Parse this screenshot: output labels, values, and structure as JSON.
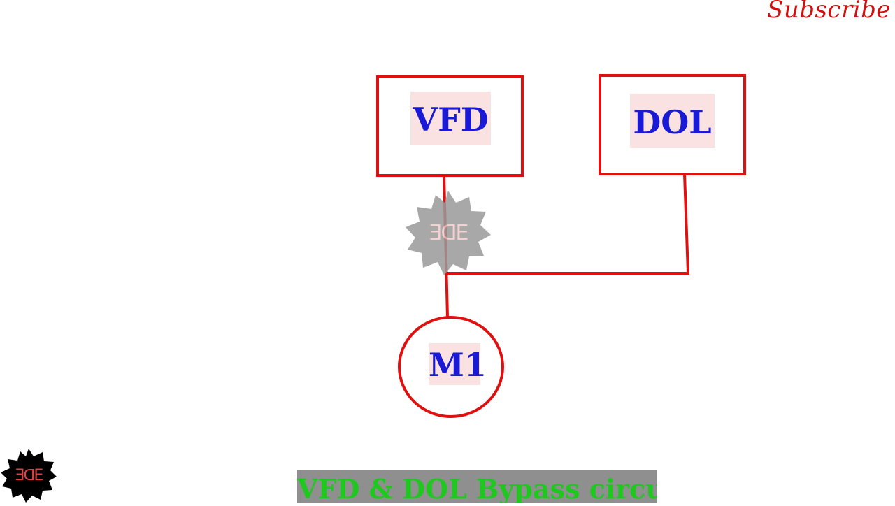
{
  "header": {
    "subscribe_label": "Subscribe"
  },
  "diagram": {
    "vfd_label": "VFD",
    "dol_label": "DOL",
    "motor_label": "M1",
    "wire_color": "#e01010",
    "label_color": "#1a1ad6",
    "label_bg": "#fbe2e2"
  },
  "watermark": {
    "text": "ƎᗡE",
    "badge_color": "#9a9a9a"
  },
  "corner_logo": {
    "text": "ƎᗡE",
    "badge_color": "#000000"
  },
  "footer": {
    "caption": "VFD & DOL Bypass circuit",
    "caption_color": "#1ec81e",
    "caption_bg": "#8f8f8f"
  }
}
